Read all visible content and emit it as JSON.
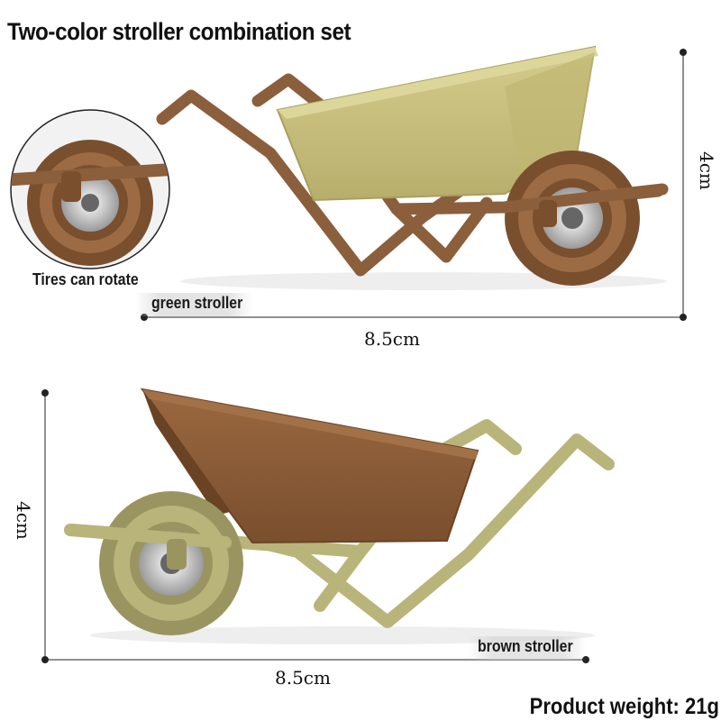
{
  "title": "Two-color stroller combination set",
  "top_product": {
    "inset_label": "Tires can rotate",
    "name_label": "green stroller",
    "width_label": "8.5cm",
    "height_label": "4cm",
    "bin_color": "#c8c07e",
    "frame_color": "#8b5e3c"
  },
  "bottom_product": {
    "name_label": "brown stroller",
    "width_label": "8.5cm",
    "height_label": "4cm",
    "bin_color": "#8b5e3c",
    "frame_color": "#b9b47a"
  },
  "weight_label": "Product weight: 21g"
}
